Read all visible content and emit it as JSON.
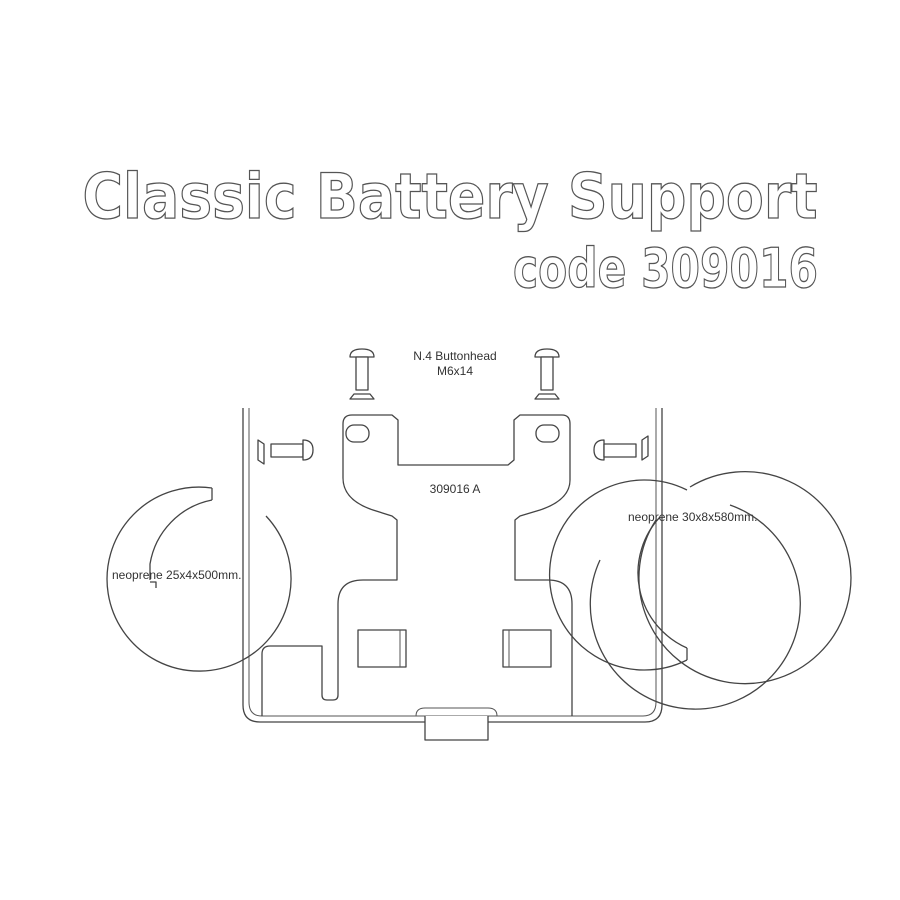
{
  "title": "Classic Battery Support",
  "code": "code 309016",
  "labels": {
    "screws": "N.4 Buttonhead",
    "screw_size": "M6x14",
    "part_number": "309016 A",
    "neoprene_left": "neoprene 25x4x500mm.",
    "neoprene_right": "neoprene 30x8x580mm."
  }
}
